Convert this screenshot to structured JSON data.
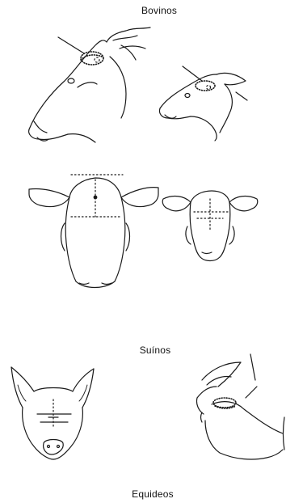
{
  "captions": {
    "bovinos": "Bovinos",
    "suinos": "Suínos",
    "equideos": "Equideos"
  },
  "colors": {
    "ink": "#1a1a1a",
    "background": "#ffffff"
  }
}
